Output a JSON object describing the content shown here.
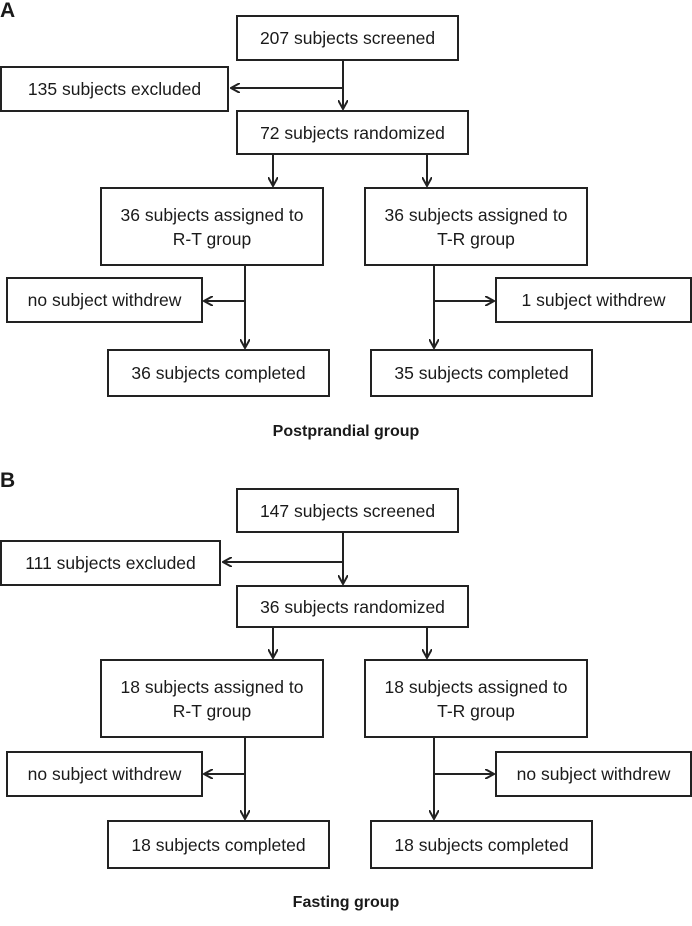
{
  "panels": [
    {
      "label": "A",
      "screened": "207 subjects screened",
      "excluded": "135 subjects excluded",
      "randomized": "72 subjects randomized",
      "left_assigned": "36 subjects assigned to\nR-T group",
      "right_assigned": "36 subjects assigned to\nT-R group",
      "left_withdrew": "no subject withdrew",
      "right_withdrew": "1 subject withdrew",
      "left_completed": "36 subjects completed",
      "right_completed": "35 subjects completed",
      "caption": "Postprandial  group"
    },
    {
      "label": "B",
      "screened": "147 subjects screened",
      "excluded": "111 subjects excluded",
      "randomized": "36 subjects randomized",
      "left_assigned": "18 subjects assigned to\nR-T group",
      "right_assigned": "18 subjects assigned to\nT-R group",
      "left_withdrew": "no subject withdrew",
      "right_withdrew": "no subject withdrew",
      "left_completed": "18 subjects completed",
      "right_completed": "18 subjects completed",
      "caption": "Fasting group"
    }
  ]
}
